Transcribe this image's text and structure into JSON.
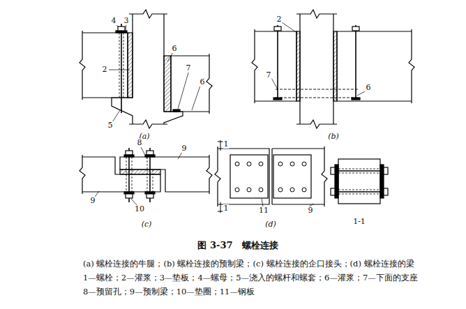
{
  "diagram": {
    "title": "图 3-37　螺栓连接",
    "caption": "(a) 螺栓连接的牛腿；(b) 螺栓连接的预制梁；(c) 螺栓连接的企口接头；(d) 螺栓连接的梁",
    "labels": [
      "4",
      "3",
      "2",
      "5",
      "6",
      "7",
      "6",
      "(a)",
      "2",
      "7",
      "6",
      "(b)",
      "8",
      "9",
      "9",
      "10",
      "(c)",
      "1",
      "1",
      "11",
      "9",
      "(d)",
      "1-1",
      "1—螺栓；2—灌浆；3—垫板；4—螺母；5—浇入的螺杆和螺套；6—灌浆；7—下面的支座",
      "8—预留孔；9—预制梁；10—垫圈；11—钢板"
    ]
  }
}
